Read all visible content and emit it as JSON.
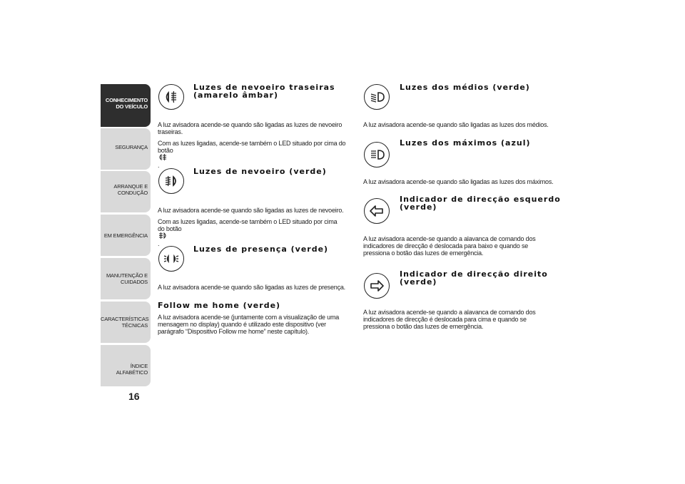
{
  "sidebar": {
    "tabs": [
      {
        "line1": "CONHECIMENTO",
        "line2": "DO VEÍCULO",
        "active": true
      },
      {
        "line1": "SEGURANÇA",
        "line2": "",
        "active": false
      },
      {
        "line1": "ARRANQUE E",
        "line2": "CONDUÇÃO",
        "active": false
      },
      {
        "line1": "EM EMERGÊNCIA",
        "line2": "",
        "active": false
      },
      {
        "line1": "MANUTENÇÃO E",
        "line2": "CUIDADOS",
        "active": false
      },
      {
        "line1": "CARACTERÍSTICAS",
        "line2": "TÉCNICAS",
        "active": false
      },
      {
        "line1": "ÍNDICE ALFABÉTICO",
        "line2": "",
        "active": false
      }
    ]
  },
  "page_number": "16",
  "left_column": {
    "rear_fog": {
      "icon": "rear-fog-light-icon",
      "title_line1": "Luzes de nevoeiro traseiras",
      "title_line2": "(amarelo âmbar)",
      "text_line1": "A luz avisadora acende-se quando são ligadas as luzes de nevoeiro",
      "text_line2": "traseiras.",
      "text_line3": "Com as luzes ligadas, acende-se também o LED situado por cima do",
      "text_line4": "botão",
      "text_line4_end": "."
    },
    "front_fog": {
      "icon": "front-fog-light-icon",
      "title": "Luzes de nevoeiro (verde)",
      "text_line1": "A luz avisadora acende-se quando são ligadas as luzes de nevoeiro.",
      "text_line2": "Com as luzes ligadas, acende-se também o LED situado por cima",
      "text_line3": "do botão",
      "text_line3_end": "."
    },
    "position": {
      "icon": "position-lights-icon",
      "title": "Luzes de presença (verde)",
      "text_line1": "A luz avisadora acende-se quando são ligadas as luzes de presença."
    },
    "follow_me": {
      "title": "Follow me home (verde)",
      "text_line1": "A luz avisadora acende-se (juntamente com a visualização de uma",
      "text_line2": "mensagem no display) quando é utilizado este dispositivo (ver",
      "text_line3": "parágrafo “Dispositivo Follow me home” neste capítulo)."
    }
  },
  "right_column": {
    "low_beam": {
      "icon": "low-beam-icon",
      "title": "Luzes dos médios (verde)",
      "text_line1": "A luz avisadora acende-se quando são ligadas as luzes dos médios."
    },
    "high_beam": {
      "icon": "high-beam-icon",
      "title": "Luzes dos máximos (azul)",
      "text_line1": "A luz avisadora acende-se quando são ligadas as luzes dos máximos."
    },
    "left_indicator": {
      "icon": "left-arrow-icon",
      "title_line1": "Indicador de direcção esquerdo",
      "title_line2": "(verde)",
      "text_line1": "A luz avisadora acende-se quando a alavanca de comando dos",
      "text_line2": "indicadores de direcção é deslocada para baixo e quando se",
      "text_line3": "pressiona o botão das luzes de emergência."
    },
    "right_indicator": {
      "icon": "right-arrow-icon",
      "title_line1": "Indicador de direcção direito",
      "title_line2": "(verde)",
      "text_line1": "A luz avisadora acende-se quando a alavanca de comando dos",
      "text_line2": "indicadores de direcção é deslocada para cima e quando se",
      "text_line3": "pressiona o botão das luzes de emergência."
    }
  }
}
